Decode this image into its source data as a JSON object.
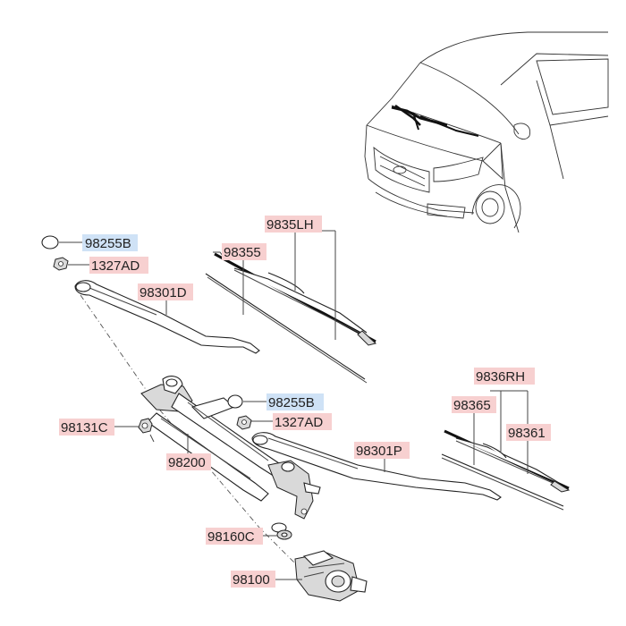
{
  "colors": {
    "label_red": "#f7d0d0",
    "label_blue": "#cfe2f6"
  },
  "labels": {
    "cap_lh": "98255B",
    "nut_lh": "1327AD",
    "blade_lh_assy": "9835LH",
    "blade_lh_refill": "98355",
    "arm_lh": "98301D",
    "cap_rh": "98255B",
    "nut_rh": "1327AD",
    "bolt": "98131C",
    "linkage": "98200",
    "arm_rh": "98301P",
    "blade_rh_assy": "9836RH",
    "blade_rh_refill": "98365",
    "blade_rh_part": "98361",
    "bushing": "98160C",
    "motor": "98100"
  }
}
